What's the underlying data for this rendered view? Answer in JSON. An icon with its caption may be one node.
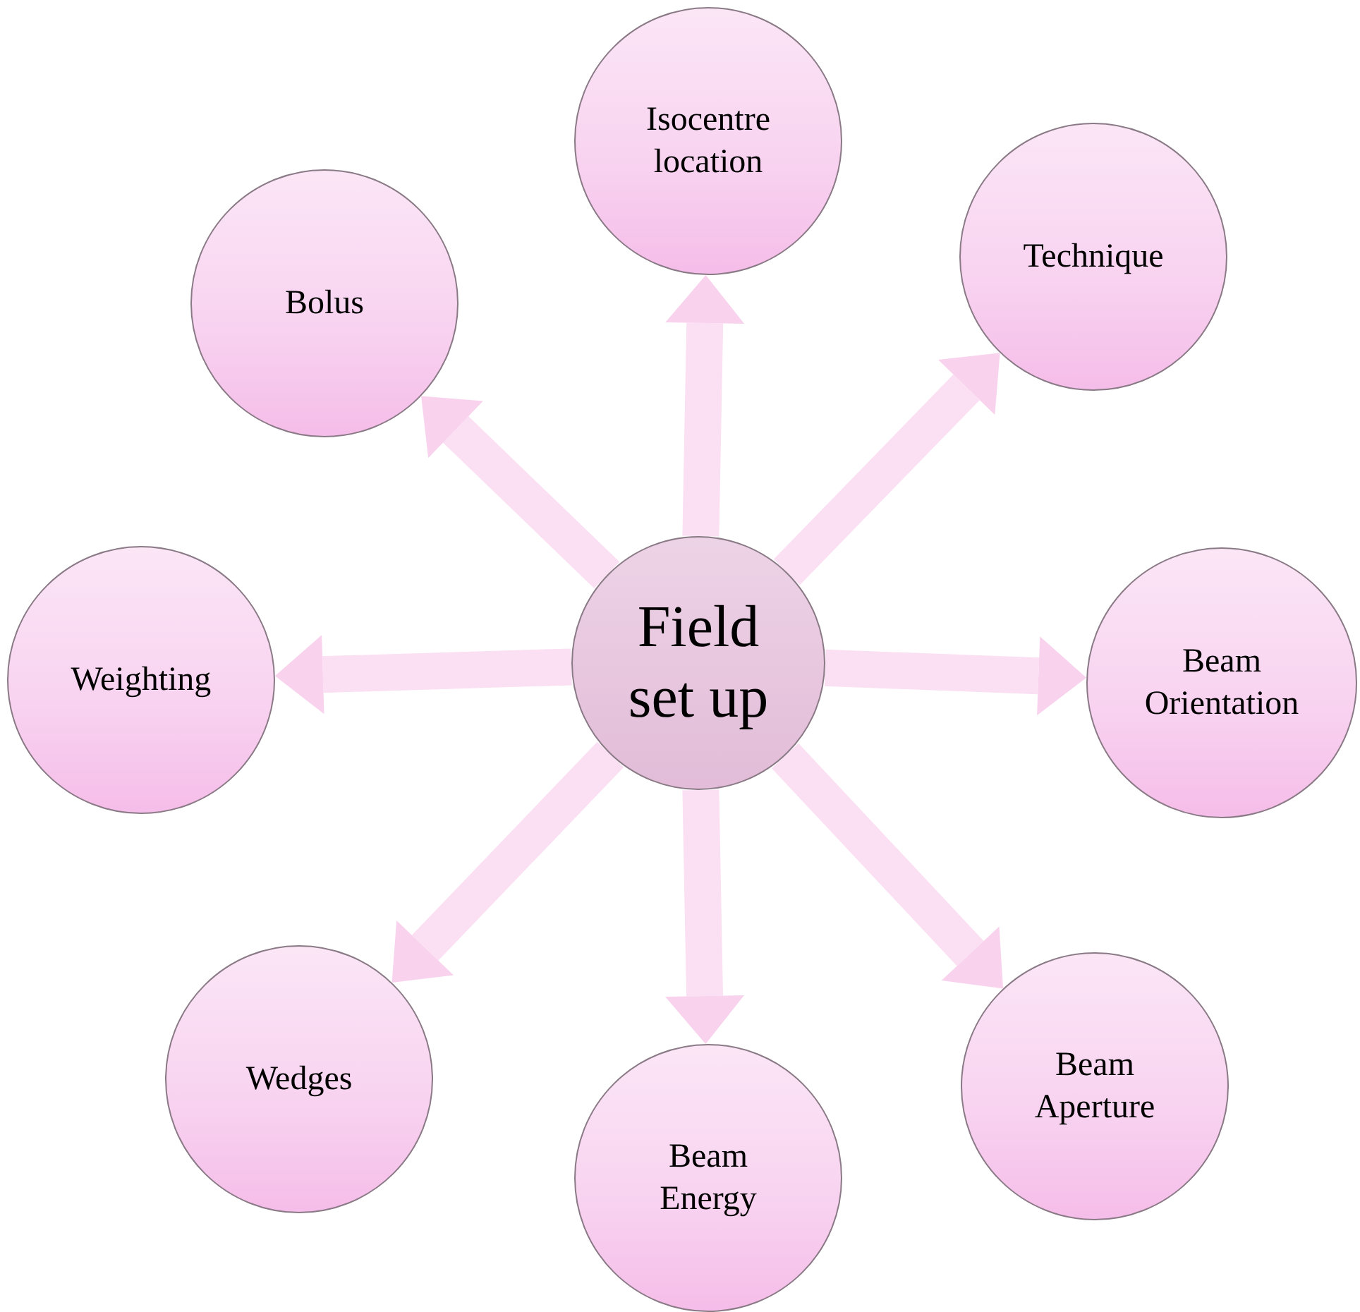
{
  "diagram": {
    "nodes": [
      {
        "text": [
          "Field set up"
        ]
      },
      {
        "text": [
          "Isocentre location"
        ]
      },
      {
        "text": [
          "Technique"
        ]
      },
      {
        "text": [
          "Beam Orientation"
        ]
      },
      {
        "text": [
          "Beam Aperture"
        ]
      },
      {
        "text": [
          "Beam Energy"
        ]
      },
      {
        "text": [
          "Wedges"
        ]
      },
      {
        "text": [
          "Weighting"
        ]
      },
      {
        "text": [
          "Bolus"
        ]
      }
    ],
    "edges": [
      {
        "from": 0,
        "to": 1,
        "arrow": "to"
      },
      {
        "from": 0,
        "to": 2,
        "arrow": "to"
      },
      {
        "from": 0,
        "to": 3,
        "arrow": "to"
      },
      {
        "from": 0,
        "to": 4,
        "arrow": "to"
      },
      {
        "from": 0,
        "to": 5,
        "arrow": "to"
      },
      {
        "from": 0,
        "to": 6,
        "arrow": "to"
      },
      {
        "from": 0,
        "to": 7,
        "arrow": "to"
      },
      {
        "from": 0,
        "to": 8,
        "arrow": "to"
      }
    ]
  }
}
